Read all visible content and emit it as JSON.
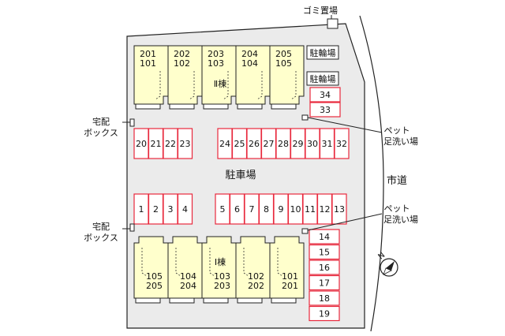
{
  "colors": {
    "lot_fill": "#ebebeb",
    "building_fill": "#ffffcc",
    "parking_stroke": "#e8283c",
    "line": "#222222"
  },
  "labels": {
    "garbage": "ゴミ置場",
    "bicycle_1": "駐輪場",
    "bicycle_2": "駐輪場",
    "parking": "駐車場",
    "city_road": "市道",
    "delivery_box_top_1": "宅配",
    "delivery_box_top_2": "ボックス",
    "delivery_box_bottom_1": "宅配",
    "delivery_box_bottom_2": "ボックス",
    "pet_wash_top_1": "ペット",
    "pet_wash_top_2": "足洗い場",
    "pet_wash_bottom_1": "ペット",
    "pet_wash_bottom_2": "足洗い場"
  },
  "building_2": {
    "name": "Ⅱ棟",
    "units": [
      {
        "upper": "201",
        "lower": "101"
      },
      {
        "upper": "202",
        "lower": "102"
      },
      {
        "upper": "203",
        "lower": "103"
      },
      {
        "upper": "204",
        "lower": "104"
      },
      {
        "upper": "205",
        "lower": "105"
      }
    ]
  },
  "building_1": {
    "name": "Ⅰ棟",
    "units": [
      {
        "upper": "105",
        "lower": "205"
      },
      {
        "upper": "104",
        "lower": "204"
      },
      {
        "upper": "103",
        "lower": "203"
      },
      {
        "upper": "102",
        "lower": "202"
      },
      {
        "upper": "101",
        "lower": "201"
      }
    ]
  },
  "parking": {
    "row_upper_left": [
      "20",
      "21",
      "22",
      "23"
    ],
    "row_upper_right": [
      "24",
      "25",
      "26",
      "27",
      "28",
      "29",
      "30",
      "31",
      "32"
    ],
    "row_lower_left": [
      "1",
      "2",
      "3",
      "4"
    ],
    "row_lower_right": [
      "5",
      "6",
      "7",
      "8",
      "9",
      "10",
      "11",
      "12",
      "13"
    ],
    "column_top_right": [
      "34",
      "33"
    ],
    "column_bottom_right": [
      "14",
      "15",
      "16",
      "17",
      "18",
      "19"
    ]
  },
  "compass": {
    "north": "N"
  }
}
